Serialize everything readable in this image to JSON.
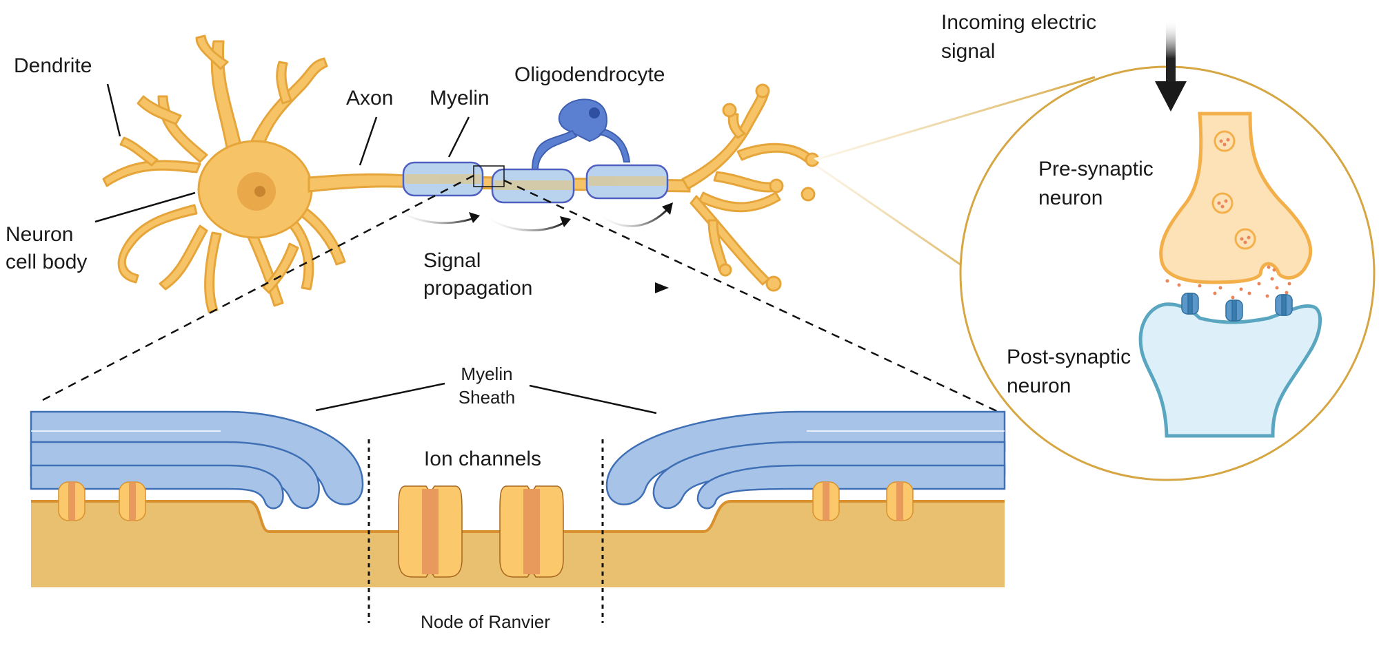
{
  "labels": {
    "dendrite": "Dendrite",
    "neuron_cell_body_1": "Neuron",
    "neuron_cell_body_2": "cell body",
    "axon": "Axon",
    "myelin": "Myelin",
    "oligodendrocyte": "Oligodendrocyte",
    "signal_propagation_1": "Signal",
    "signal_propagation_2": "propagation",
    "incoming_signal_1": "Incoming electric",
    "incoming_signal_2": "signal",
    "presynaptic_1": "Pre-synaptic",
    "presynaptic_2": "neuron",
    "postsynaptic_1": "Post-synaptic",
    "postsynaptic_2": "neuron",
    "myelin_sheath_1": "Myelin",
    "myelin_sheath_2": "Sheath",
    "ion_channels": "Ion channels",
    "node_of_ranvier": "Node of Ranvier"
  },
  "colors": {
    "neuron_fill": "#f6c466",
    "neuron_stroke": "#e6a53a",
    "nucleus": "#e9a84a",
    "myelin_fill": "#a7c4e8",
    "myelin_stroke": "#3f6fb4",
    "oligo_fill": "#5b7fd1",
    "axon_core": "#e9c06e",
    "zoom_circle": "#d5a642",
    "pre_fill": "#fde2b8",
    "pre_stroke": "#f3b04a",
    "post_fill": "#ddeff8",
    "post_stroke": "#5aa6c0",
    "receptor": "#4f8fc0",
    "channel_light": "#fbc96b",
    "channel_dark": "#e89a5c"
  }
}
